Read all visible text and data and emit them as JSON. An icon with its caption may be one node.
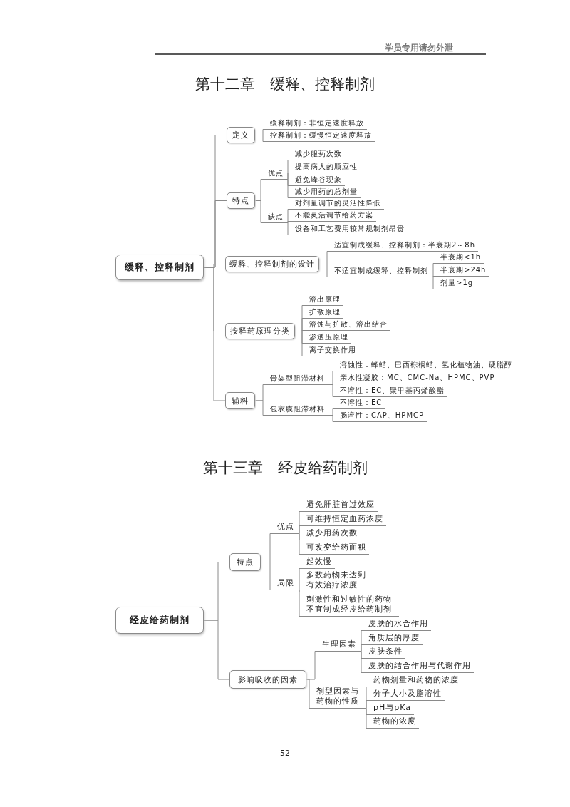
{
  "diagram": {
    "title": "第十二章　缓释、控释制剂",
    "nodes": [
      {
        "text": [
          "缓释、控释制剂"
        ]
      },
      {
        "text": [
          "定义"
        ]
      },
      {
        "text": [
          "缓释制剂：非恒定速度释放"
        ]
      },
      {
        "text": [
          "控释制剂：缓慢恒定速度释放"
        ]
      },
      {
        "text": [
          "特点"
        ]
      },
      {
        "text": [
          "优点"
        ]
      },
      {
        "text": [
          "减少服药次数"
        ]
      },
      {
        "text": [
          "提高病人的顺应性"
        ]
      },
      {
        "text": [
          "避免峰谷现象"
        ]
      },
      {
        "text": [
          "减少用药的总剂量"
        ]
      },
      {
        "text": [
          "缺点"
        ]
      },
      {
        "text": [
          "对剂量调节的灵活性降低"
        ]
      },
      {
        "text": [
          "不能灵活调节给药方案"
        ]
      },
      {
        "text": [
          "设备和工艺费用较常规制剂昂贵"
        ]
      },
      {
        "text": [
          "缓释、控释制剂的设计"
        ]
      },
      {
        "text": [
          "适宜制成缓释、控释制剂：半衰期2～8h"
        ]
      },
      {
        "text": [
          "不适宜制成缓释、控释制剂"
        ]
      },
      {
        "text": [
          "半衰期<1h"
        ]
      },
      {
        "text": [
          "半衰期>24h"
        ]
      },
      {
        "text": [
          "剂量>1g"
        ]
      },
      {
        "text": [
          "按释药原理分类"
        ]
      },
      {
        "text": [
          "溶出原理"
        ]
      },
      {
        "text": [
          "扩散原理"
        ]
      },
      {
        "text": [
          "溶蚀与扩散、溶出结合"
        ]
      },
      {
        "text": [
          "渗透压原理"
        ]
      },
      {
        "text": [
          "离子交换作用"
        ]
      },
      {
        "text": [
          "辅料"
        ]
      },
      {
        "text": [
          "骨架型阻滞材料"
        ]
      },
      {
        "text": [
          "溶蚀性：蜂蜡、巴西棕榈蜡、氢化植物油、硬脂醇"
        ]
      },
      {
        "text": [
          "亲水性凝胶：MC、CMC-Na、HPMC、PVP"
        ]
      },
      {
        "text": [
          "不溶性：EC、聚甲基丙烯酸酯"
        ]
      },
      {
        "text": [
          "包衣膜阻滞材料"
        ]
      },
      {
        "text": [
          "不溶性：EC"
        ]
      },
      {
        "text": [
          "肠溶性：CAP、HPMCP"
        ]
      },
      {
        "text": [
          "经皮给药制剂"
        ]
      },
      {
        "text": [
          "特点"
        ]
      },
      {
        "text": [
          "优点"
        ]
      },
      {
        "text": [
          "避免肝脏首过效应"
        ]
      },
      {
        "text": [
          "可维持恒定血药浓度"
        ]
      },
      {
        "text": [
          "减少用药次数"
        ]
      },
      {
        "text": [
          "可改变给药面积"
        ]
      },
      {
        "text": [
          "局限"
        ]
      },
      {
        "text": [
          "起效慢"
        ]
      },
      {
        "text": [
          "多数药物未达到有效治疗浓度"
        ]
      },
      {
        "text": [
          "刺激性和过敏性的药物不宜制成经皮给药制剂"
        ]
      },
      {
        "text": [
          "影响吸收的因素"
        ]
      },
      {
        "text": [
          "生理因素"
        ]
      },
      {
        "text": [
          "皮肤的水合作用"
        ]
      },
      {
        "text": [
          "角质层的厚度"
        ]
      },
      {
        "text": [
          "皮肤条件"
        ]
      },
      {
        "text": [
          "皮肤的结合作用与代谢作用"
        ]
      },
      {
        "text": [
          "剂型因素与药物的性质"
        ]
      },
      {
        "text": [
          "药物剂量和药物的浓度"
        ]
      },
      {
        "text": [
          "分子大小及脂溶性"
        ]
      },
      {
        "text": [
          "pH与pKa"
        ]
      },
      {
        "text": [
          "药物的浓度"
        ]
      }
    ],
    "edges": [
      {
        "from": 0,
        "to": 1,
        "arrow": "none"
      },
      {
        "from": 1,
        "to": 2,
        "arrow": "none"
      },
      {
        "from": 1,
        "to": 3,
        "arrow": "none"
      },
      {
        "from": 0,
        "to": 4,
        "arrow": "none"
      },
      {
        "from": 4,
        "to": 5,
        "arrow": "none"
      },
      {
        "from": 5,
        "to": 6,
        "arrow": "none"
      },
      {
        "from": 5,
        "to": 7,
        "arrow": "none"
      },
      {
        "from": 5,
        "to": 8,
        "arrow": "none"
      },
      {
        "from": 5,
        "to": 9,
        "arrow": "none"
      },
      {
        "from": 4,
        "to": 10,
        "arrow": "none"
      },
      {
        "from": 10,
        "to": 11,
        "arrow": "none"
      },
      {
        "from": 10,
        "to": 12,
        "arrow": "none"
      },
      {
        "from": 10,
        "to": 13,
        "arrow": "none"
      },
      {
        "from": 0,
        "to": 14,
        "arrow": "none"
      },
      {
        "from": 14,
        "to": 15,
        "arrow": "none"
      },
      {
        "from": 14,
        "to": 16,
        "arrow": "none"
      },
      {
        "from": 16,
        "to": 17,
        "arrow": "none"
      },
      {
        "from": 16,
        "to": 18,
        "arrow": "none"
      },
      {
        "from": 16,
        "to": 19,
        "arrow": "none"
      },
      {
        "from": 0,
        "to": 20,
        "arrow": "none"
      },
      {
        "from": 20,
        "to": 21,
        "arrow": "none"
      },
      {
        "from": 20,
        "to": 22,
        "arrow": "none"
      },
      {
        "from": 20,
        "to": 23,
        "arrow": "none"
      },
      {
        "from": 20,
        "to": 24,
        "arrow": "none"
      },
      {
        "from": 20,
        "to": 25,
        "arrow": "none"
      },
      {
        "from": 0,
        "to": 26,
        "arrow": "none"
      },
      {
        "from": 26,
        "to": 27,
        "arrow": "none"
      },
      {
        "from": 27,
        "to": 28,
        "arrow": "none"
      },
      {
        "from": 27,
        "to": 29,
        "arrow": "none"
      },
      {
        "from": 27,
        "to": 30,
        "arrow": "none"
      },
      {
        "from": 26,
        "to": 31,
        "arrow": "none"
      },
      {
        "from": 31,
        "to": 32,
        "arrow": "none"
      },
      {
        "from": 31,
        "to": 33,
        "arrow": "none"
      },
      {
        "from": 34,
        "to": 35,
        "arrow": "none"
      },
      {
        "from": 35,
        "to": 36,
        "arrow": "none"
      },
      {
        "from": 36,
        "to": 37,
        "arrow": "none"
      },
      {
        "from": 36,
        "to": 38,
        "arrow": "none"
      },
      {
        "from": 36,
        "to": 39,
        "arrow": "none"
      },
      {
        "from": 36,
        "to": 40,
        "arrow": "none"
      },
      {
        "from": 35,
        "to": 41,
        "arrow": "none"
      },
      {
        "from": 41,
        "to": 42,
        "arrow": "none"
      },
      {
        "from": 41,
        "to": 43,
        "arrow": "none"
      },
      {
        "from": 41,
        "to": 44,
        "arrow": "none"
      },
      {
        "from": 34,
        "to": 45,
        "arrow": "none"
      },
      {
        "from": 45,
        "to": 46,
        "arrow": "none"
      },
      {
        "from": 46,
        "to": 47,
        "arrow": "none"
      },
      {
        "from": 46,
        "to": 48,
        "arrow": "none"
      },
      {
        "from": 46,
        "to": 49,
        "arrow": "none"
      },
      {
        "from": 46,
        "to": 50,
        "arrow": "none"
      },
      {
        "from": 45,
        "to": 51,
        "arrow": "none"
      },
      {
        "from": 51,
        "to": 52,
        "arrow": "none"
      },
      {
        "from": 51,
        "to": 53,
        "arrow": "none"
      },
      {
        "from": 51,
        "to": 54,
        "arrow": "none"
      },
      {
        "from": 51,
        "to": 55,
        "arrow": "none"
      }
    ],
    "labels": [
      "学员专用请勿外泄",
      "第十三章　经皮给药制剂",
      "52"
    ]
  }
}
